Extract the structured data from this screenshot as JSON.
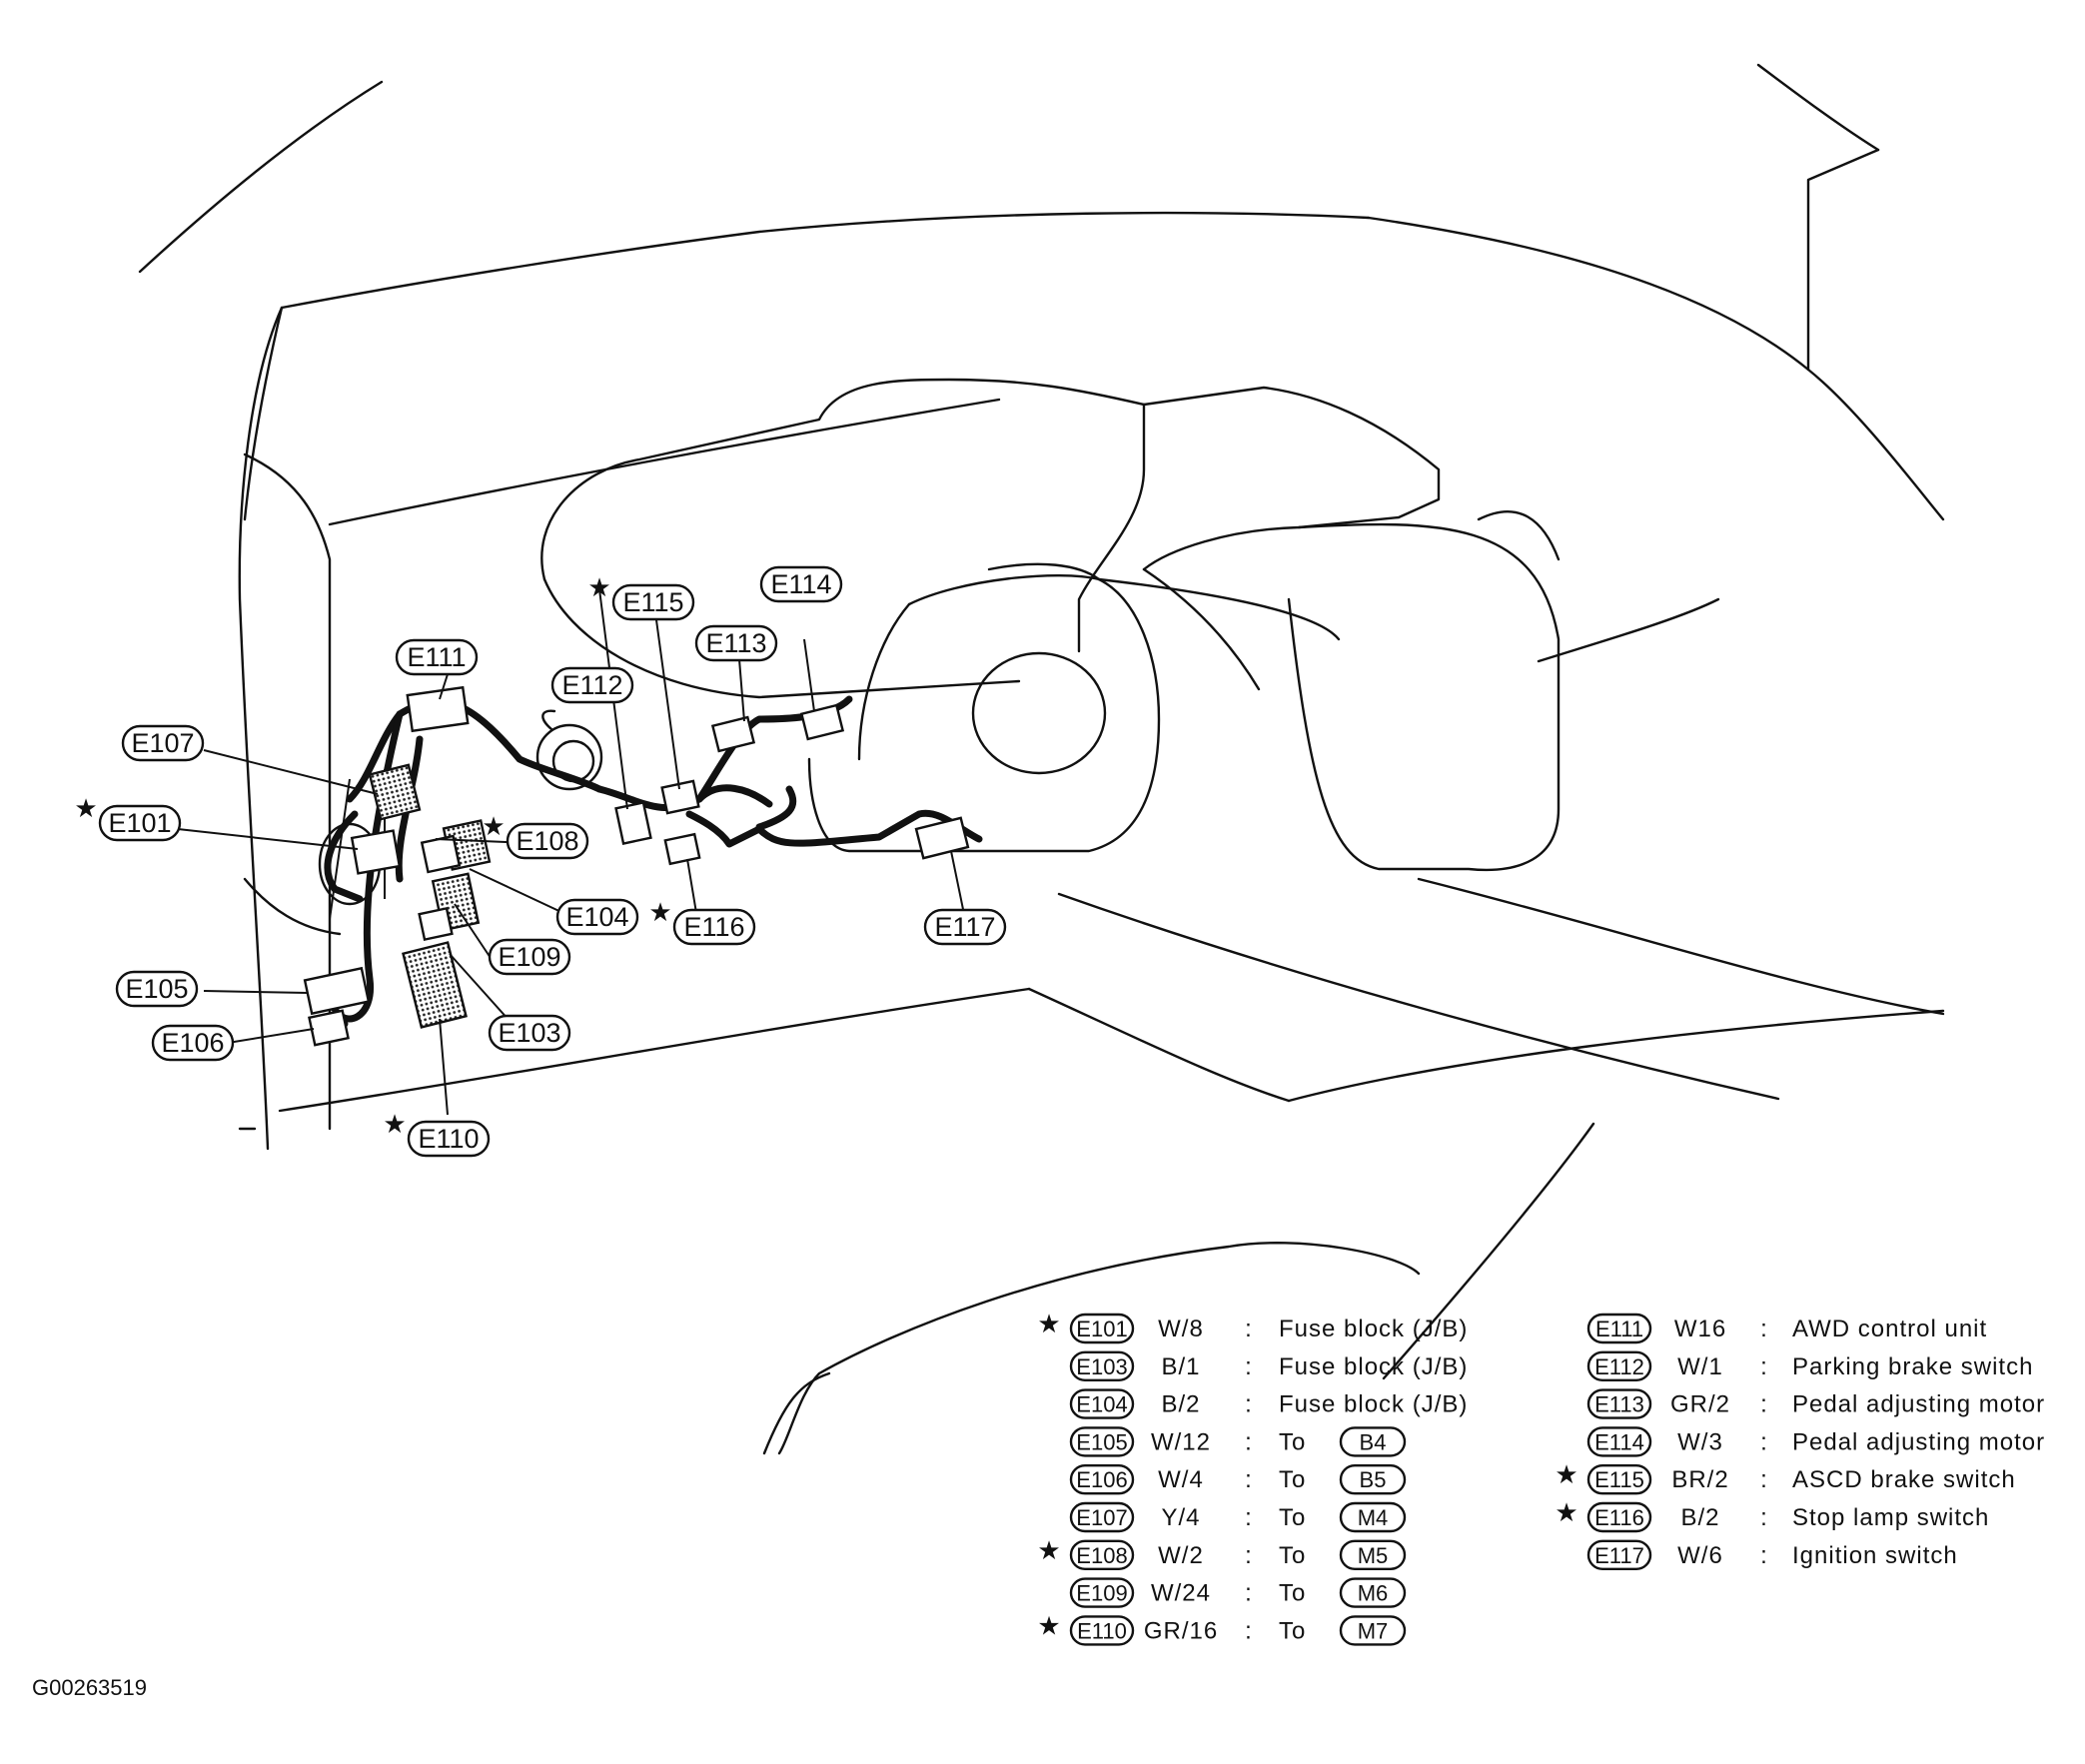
{
  "callouts": [
    {
      "id": "E101",
      "star": true
    },
    {
      "id": "E103",
      "star": false
    },
    {
      "id": "E104",
      "star": false
    },
    {
      "id": "E105",
      "star": false
    },
    {
      "id": "E106",
      "star": false
    },
    {
      "id": "E107",
      "star": false
    },
    {
      "id": "E108",
      "star": true
    },
    {
      "id": "E109",
      "star": false
    },
    {
      "id": "E110",
      "star": true
    },
    {
      "id": "E111",
      "star": false
    },
    {
      "id": "E112",
      "star": false
    },
    {
      "id": "E113",
      "star": false
    },
    {
      "id": "E114",
      "star": false
    },
    {
      "id": "E115",
      "star": true
    },
    {
      "id": "E116",
      "star": true
    },
    {
      "id": "E117",
      "star": false
    }
  ],
  "legend_left": [
    {
      "id": "E101",
      "star": true,
      "wire": "W/8",
      "sep": ":",
      "desc": "Fuse block (J/B)",
      "to": ""
    },
    {
      "id": "E103",
      "star": false,
      "wire": "B/1",
      "sep": ":",
      "desc": "Fuse block (J/B)",
      "to": ""
    },
    {
      "id": "E104",
      "star": false,
      "wire": "B/2",
      "sep": ":",
      "desc": "Fuse block (J/B)",
      "to": ""
    },
    {
      "id": "E105",
      "star": false,
      "wire": "W/12",
      "sep": ":",
      "desc": "To",
      "to": "B4"
    },
    {
      "id": "E106",
      "star": false,
      "wire": "W/4",
      "sep": ":",
      "desc": "To",
      "to": "B5"
    },
    {
      "id": "E107",
      "star": false,
      "wire": "Y/4",
      "sep": ":",
      "desc": "To",
      "to": "M4"
    },
    {
      "id": "E108",
      "star": true,
      "wire": "W/2",
      "sep": ":",
      "desc": "To",
      "to": "M5"
    },
    {
      "id": "E109",
      "star": false,
      "wire": "W/24",
      "sep": ":",
      "desc": "To",
      "to": "M6"
    },
    {
      "id": "E110",
      "star": true,
      "wire": "GR/16",
      "sep": ":",
      "desc": "To",
      "to": "M7"
    }
  ],
  "legend_right": [
    {
      "id": "E111",
      "star": false,
      "wire": "W16",
      "sep": ":",
      "desc": "AWD control unit"
    },
    {
      "id": "E112",
      "star": false,
      "wire": "W/1",
      "sep": ":",
      "desc": "Parking brake switch"
    },
    {
      "id": "E113",
      "star": false,
      "wire": "GR/2",
      "sep": ":",
      "desc": "Pedal adjusting motor"
    },
    {
      "id": "E114",
      "star": false,
      "wire": "W/3",
      "sep": ":",
      "desc": "Pedal adjusting motor"
    },
    {
      "id": "E115",
      "star": true,
      "wire": "BR/2",
      "sep": ":",
      "desc": "ASCD brake switch"
    },
    {
      "id": "E116",
      "star": true,
      "wire": "B/2",
      "sep": ":",
      "desc": "Stop lamp switch"
    },
    {
      "id": "E117",
      "star": false,
      "wire": "W/6",
      "sep": ":",
      "desc": "Ignition switch"
    }
  ],
  "star_symbol": "★",
  "footer_code": "G00263519"
}
